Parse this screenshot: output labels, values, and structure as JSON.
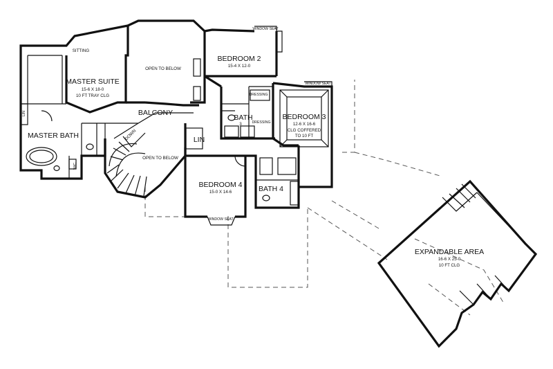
{
  "title": "",
  "rooms": {
    "sitting": "SITTING",
    "master_suite": "MASTER SUITE",
    "master_suite_dim": "15-6 X 18-0",
    "master_suite_note": "10 FT TRAY CLG",
    "open_to_below_1": "OPEN TO BELOW",
    "open_to_below_2": "OPEN TO BELOW",
    "balcony": "BALCONY",
    "master_bath": "MASTER BATH",
    "lin_left": "LIN",
    "lin_center": "LIN",
    "wic": "W/C",
    "down": "DOWN",
    "bedroom2": "BEDROOM 2",
    "bedroom2_dim": "15-4 X 12-0",
    "window_seat_1": "WINDOW SEAT",
    "window_seat_2": "WINDOW SEAT",
    "window_seat_3": "WINDOW SEAT",
    "dressing_1": "DRESSING",
    "dressing_2": "DRESSING",
    "bath3": "BATH",
    "bath3_num": "3",
    "bedroom3": "BEDROOM 3",
    "bedroom3_dim": "12-6 X 16-6",
    "bedroom3_note1": "CLG COFFERED",
    "bedroom3_note2": "TO 10 FT",
    "bedroom4": "BEDROOM 4",
    "bedroom4_dim": "15-0 X 14-6",
    "bath4": "BATH 4",
    "expandable": "EXPANDABLE AREA",
    "expandable_dim": "16-6 X 25-0",
    "expandable_note": "10 FT CLG"
  }
}
